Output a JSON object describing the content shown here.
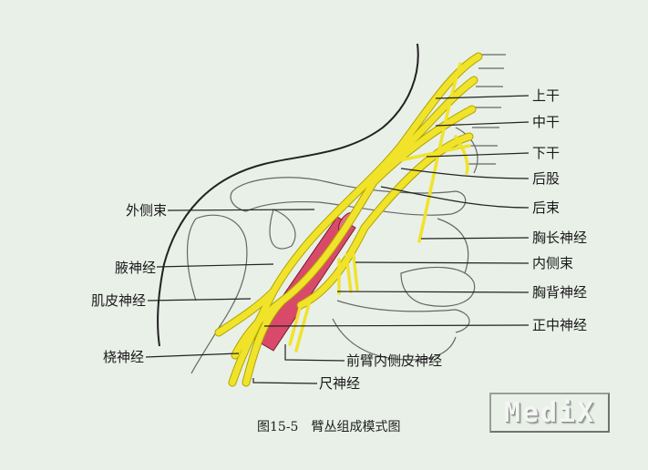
{
  "figure": {
    "caption": "图15-5　臂丛组成模式图",
    "watermark": "MediX",
    "colors": {
      "background": "#e9f0e8",
      "nerve": "#f0e32a",
      "artery": "#d94a6a",
      "outline": "#333333"
    }
  },
  "labels": {
    "upper_trunk": "上干",
    "middle_trunk": "中干",
    "lower_trunk": "下干",
    "posterior_division": "后股",
    "posterior_cord": "后束",
    "long_thoracic_nerve": "胸长神经",
    "medial_cord": "内侧束",
    "thoracodorsal_nerve": "胸背神经",
    "median_nerve": "正中神经",
    "medial_antebrachial_cutaneous_nerve": "前臂内侧皮神经",
    "ulnar_nerve": "尺神经",
    "radial_nerve": "桡神经",
    "musculocutaneous_nerve": "肌皮神经",
    "axillary_nerve": "腋神经",
    "lateral_cord": "外侧束"
  }
}
